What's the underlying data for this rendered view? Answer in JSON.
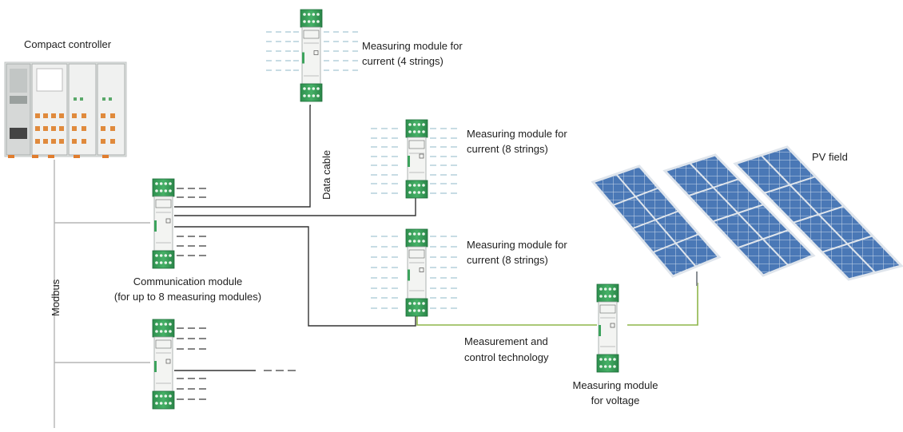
{
  "labels": {
    "compact_controller": "Compact controller",
    "measuring_current_4": [
      "Measuring module for",
      "current (4 strings)"
    ],
    "measuring_current_8_top": [
      "Measuring module for",
      "current (8 strings)"
    ],
    "measuring_current_8_bottom": [
      "Measuring module for",
      "current (8 strings)"
    ],
    "data_cable": "Data cable",
    "communication_module": [
      "Communication module",
      "(for up to 8 measuring modules)"
    ],
    "modbus": "Modbus",
    "measurement_control": [
      "Measurement and",
      "control technology"
    ],
    "measuring_voltage": [
      "Measuring module",
      "for voltage"
    ],
    "pv_field": "PV field"
  },
  "colors": {
    "module_green": "#3da35d",
    "module_dark": "#1f6e3b",
    "module_face": "#f3f4f2",
    "cable": "#333333",
    "modbus_line": "#b5b5b5",
    "voltage_line": "#8db54a",
    "string_dash": "#a9c9d6",
    "panel_blue": "#4f7bb6",
    "panel_frame": "#dfe5ec"
  }
}
